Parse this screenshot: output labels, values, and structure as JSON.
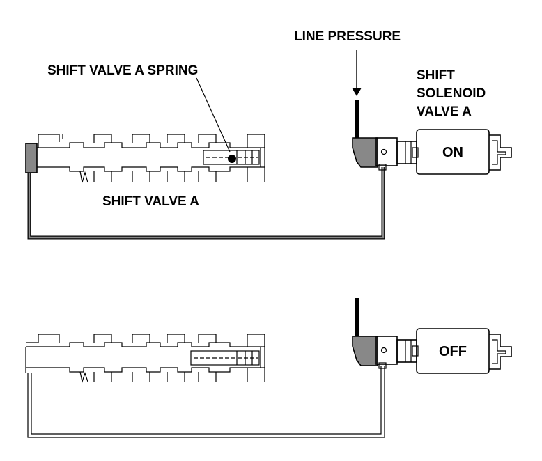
{
  "labels": {
    "line_pressure": "LINE PRESSURE",
    "spring": "SHIFT VALVE A SPRING",
    "solenoid_line1": "SHIFT",
    "solenoid_line2": "SOLENOID",
    "solenoid_line3": "VALVE A",
    "valve": "SHIFT VALVE A"
  },
  "states": {
    "top": "ON",
    "bottom": "OFF"
  },
  "colors": {
    "stroke": "#000000",
    "pressure_fill": "#888888",
    "background": "#ffffff"
  }
}
